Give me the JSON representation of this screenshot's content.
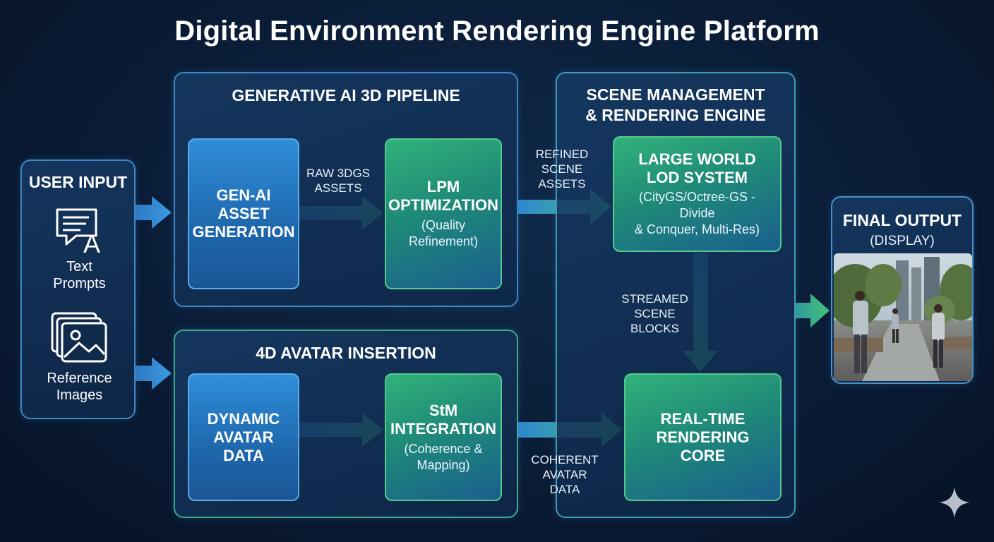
{
  "title": "Digital Environment Rendering Engine Platform",
  "user_input": {
    "title": "USER INPUT",
    "text_prompts": [
      "Text",
      "Prompts"
    ],
    "reference_images": [
      "Reference",
      "Images"
    ],
    "text_icon": "text-prompt-icon",
    "image_icon": "image-stack-icon"
  },
  "genai_pipeline": {
    "title": "GENERATIVE AI 3D PIPELINE",
    "asset_gen": [
      "GEN-AI",
      "ASSET",
      "GENERATION"
    ],
    "raw_label": [
      "RAW 3DGS",
      "ASSETS"
    ],
    "lpm": {
      "title": [
        "LPM",
        "OPTIMIZATION"
      ],
      "sub": [
        "(Quality",
        "Refinement)"
      ]
    }
  },
  "avatar": {
    "title": "4D AVATAR INSERTION",
    "dynamic": [
      "DYNAMIC",
      "AVATAR",
      "DATA"
    ],
    "stm": {
      "title": [
        "StM",
        "INTEGRATION"
      ],
      "sub": [
        "(Coherence &",
        "Mapping)"
      ]
    }
  },
  "scene": {
    "title": [
      "SCENE MANAGEMENT",
      "& RENDERING ENGINE"
    ],
    "refined_label": [
      "REFINED",
      "SCENE",
      "ASSETS"
    ],
    "lod": {
      "title": [
        "LARGE WORLD",
        "LOD SYSTEM"
      ],
      "sub": [
        "(CityGS/Octree-GS - Divide",
        "& Conquer, Multi-Res)"
      ]
    },
    "streamed_label": [
      "STREAMED",
      "SCENE",
      "BLOCKS"
    ],
    "core": [
      "REAL-TIME",
      "RENDERING",
      "CORE"
    ],
    "coherent_label": [
      "COHERENT",
      "AVATAR",
      "DATA"
    ]
  },
  "final_output": {
    "title": "FINAL OUTPUT",
    "sub": "(DISPLAY)"
  },
  "colors": {
    "arrow_blue": "#3a8fd6",
    "arrow_green": "#3fbf7a",
    "panel_border_blue": "#3f86c4",
    "panel_border_green": "#3fa98a"
  }
}
